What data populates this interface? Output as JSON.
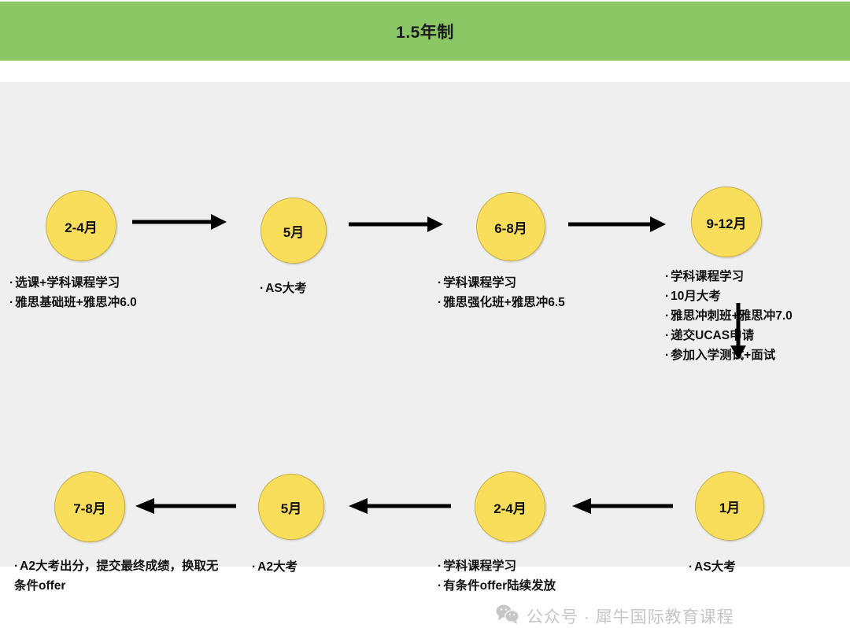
{
  "header": {
    "title": "1.5年制",
    "background_color": "#8CC765"
  },
  "theme": {
    "panel_background": "#efefef",
    "circle_fill": "#F9DE5C",
    "circle_stroke": "#c9b24a",
    "arrow_color": "#000000",
    "text_color": "#111111",
    "watermark_color": "#c6c6c6"
  },
  "timeline": {
    "row1": [
      {
        "id": "node-2-4-yue",
        "label": "2-4月",
        "bullets": [
          "选课+学科课程学习",
          "雅思基础班+雅思冲6.0"
        ]
      },
      {
        "id": "node-5-yue",
        "label": "5月",
        "bullets": [
          "AS大考"
        ]
      },
      {
        "id": "node-6-8-yue",
        "label": "6-8月",
        "bullets": [
          "学科课程学习",
          "雅思强化班+雅思冲6.5"
        ]
      },
      {
        "id": "node-9-12-yue",
        "label": "9-12月",
        "bullets": [
          "学科课程学习",
          "10月大考",
          "雅思冲刺班+雅思冲7.0",
          "递交UCAS申请",
          "参加入学测试+面试"
        ]
      }
    ],
    "row2": [
      {
        "id": "node-7-8-yue",
        "label": "7-8月",
        "bullets": [
          "A2大考出分，提交最终成绩，换取无条件offer"
        ]
      },
      {
        "id": "node-5-yue-a2",
        "label": "5月",
        "bullets": [
          "A2大考"
        ]
      },
      {
        "id": "node-2-4-yue-second",
        "label": "2-4月",
        "bullets": [
          "学科课程学习",
          "有条件offer陆续发放"
        ]
      },
      {
        "id": "node-1-yue",
        "label": "1月",
        "bullets": [
          "AS大考"
        ]
      }
    ],
    "bullet_marker": "·"
  },
  "watermark": {
    "icon": "wechat-icon",
    "text": "公众号 · 犀牛国际教育课程"
  }
}
